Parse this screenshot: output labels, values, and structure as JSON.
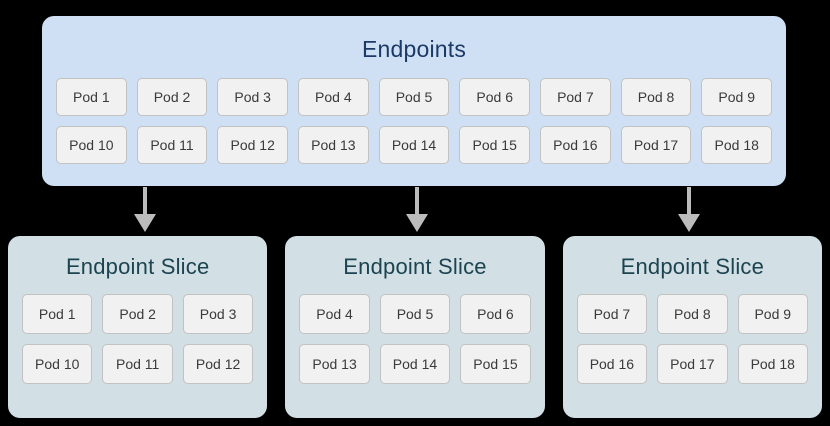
{
  "diagram": {
    "endpoints": {
      "title": "Endpoints",
      "rows": [
        [
          "Pod 1",
          "Pod 2",
          "Pod 3",
          "Pod 4",
          "Pod 5",
          "Pod 6",
          "Pod 7",
          "Pod 8",
          "Pod 9"
        ],
        [
          "Pod 10",
          "Pod 11",
          "Pod 12",
          "Pod 13",
          "Pod 14",
          "Pod 15",
          "Pod 16",
          "Pod 17",
          "Pod 18"
        ]
      ]
    },
    "arrows": [
      {
        "name": "arrow-to-slice-1"
      },
      {
        "name": "arrow-to-slice-2"
      },
      {
        "name": "arrow-to-slice-3"
      }
    ],
    "slices": [
      {
        "title": "Endpoint Slice",
        "rows": [
          [
            "Pod 1",
            "Pod 2",
            "Pod 3"
          ],
          [
            "Pod 10",
            "Pod 11",
            "Pod 12"
          ]
        ]
      },
      {
        "title": "Endpoint Slice",
        "rows": [
          [
            "Pod 4",
            "Pod 5",
            "Pod 6"
          ],
          [
            "Pod 13",
            "Pod 14",
            "Pod 15"
          ]
        ]
      },
      {
        "title": "Endpoint Slice",
        "rows": [
          [
            "Pod 7",
            "Pod 8",
            "Pod 9"
          ],
          [
            "Pod 16",
            "Pod 17",
            "Pod 18"
          ]
        ]
      }
    ]
  },
  "colors": {
    "endpoints_panel_bg": "#cfe0f4",
    "endpoints_title": "#1b3a66",
    "slice_panel_bg": "#d2e0e5",
    "slice_title": "#1c4450",
    "pod_bg": "#f1f1f1",
    "pod_border": "#c2c2c2",
    "pod_text": "#3a3a3a",
    "arrow": "#bcbcbc",
    "page_bg": "#000000"
  }
}
